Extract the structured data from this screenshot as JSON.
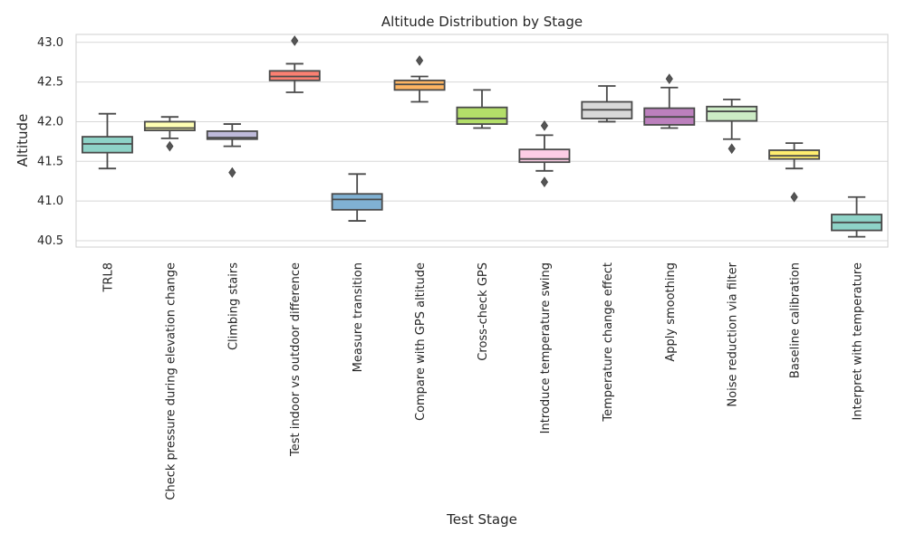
{
  "chart_data": {
    "type": "box",
    "title": "Altitude Distribution by Stage",
    "xlabel": "Test Stage",
    "ylabel": "Altitude",
    "ylim": [
      40.42,
      43.1
    ],
    "yticks": [
      40.5,
      41.0,
      41.5,
      42.0,
      42.5,
      43.0
    ],
    "ytick_labels": [
      "40.5",
      "41.0",
      "41.5",
      "42.0",
      "42.5",
      "43.0"
    ],
    "grid": true,
    "categories": [
      "TRL8",
      "Check pressure during elevation change",
      "Climbing stairs",
      "Test indoor vs outdoor difference",
      "Measure transition",
      "Compare with GPS altitude",
      "Cross-check GPS",
      "Introduce temperature swing",
      "Temperature change effect",
      "Apply smoothing",
      "Noise reduction via filter",
      "Baseline calibration",
      "Interpret with temperature"
    ],
    "boxes": [
      {
        "whisker_low": 41.41,
        "q1": 41.61,
        "median": 41.72,
        "q3": 41.81,
        "whisker_high": 42.1,
        "outliers": []
      },
      {
        "whisker_low": 41.79,
        "q1": 41.89,
        "median": 41.92,
        "q3": 42.0,
        "whisker_high": 42.06,
        "outliers": [
          41.69
        ]
      },
      {
        "whisker_low": 41.69,
        "q1": 41.78,
        "median": 41.8,
        "q3": 41.88,
        "whisker_high": 41.97,
        "outliers": [
          41.36
        ]
      },
      {
        "whisker_low": 42.37,
        "q1": 42.52,
        "median": 42.57,
        "q3": 42.64,
        "whisker_high": 42.73,
        "outliers": [
          43.02
        ]
      },
      {
        "whisker_low": 40.75,
        "q1": 40.89,
        "median": 41.02,
        "q3": 41.09,
        "whisker_high": 41.34,
        "outliers": []
      },
      {
        "whisker_low": 42.25,
        "q1": 42.4,
        "median": 42.47,
        "q3": 42.52,
        "whisker_high": 42.57,
        "outliers": [
          42.77
        ]
      },
      {
        "whisker_low": 41.92,
        "q1": 41.97,
        "median": 42.04,
        "q3": 42.18,
        "whisker_high": 42.4,
        "outliers": []
      },
      {
        "whisker_low": 41.38,
        "q1": 41.49,
        "median": 41.53,
        "q3": 41.65,
        "whisker_high": 41.83,
        "outliers": [
          41.95,
          41.24
        ]
      },
      {
        "whisker_low": 42.0,
        "q1": 42.04,
        "median": 42.15,
        "q3": 42.25,
        "whisker_high": 42.45,
        "outliers": []
      },
      {
        "whisker_low": 41.92,
        "q1": 41.96,
        "median": 42.06,
        "q3": 42.17,
        "whisker_high": 42.43,
        "outliers": [
          42.54
        ]
      },
      {
        "whisker_low": 41.78,
        "q1": 42.01,
        "median": 42.13,
        "q3": 42.19,
        "whisker_high": 42.28,
        "outliers": [
          41.66
        ]
      },
      {
        "whisker_low": 41.41,
        "q1": 41.53,
        "median": 41.57,
        "q3": 41.64,
        "whisker_high": 41.73,
        "outliers": [
          41.05
        ]
      },
      {
        "whisker_low": 40.55,
        "q1": 40.63,
        "median": 40.73,
        "q3": 40.83,
        "whisker_high": 41.05,
        "outliers": []
      }
    ],
    "colors": [
      "#8ed3c7",
      "#ffffb3",
      "#bebada",
      "#fb8072",
      "#80b1d3",
      "#fdb462",
      "#b3de69",
      "#fccde5",
      "#d9d9d9",
      "#bc80bd",
      "#ccebc5",
      "#ffed6f",
      "#8ed3c7"
    ]
  }
}
